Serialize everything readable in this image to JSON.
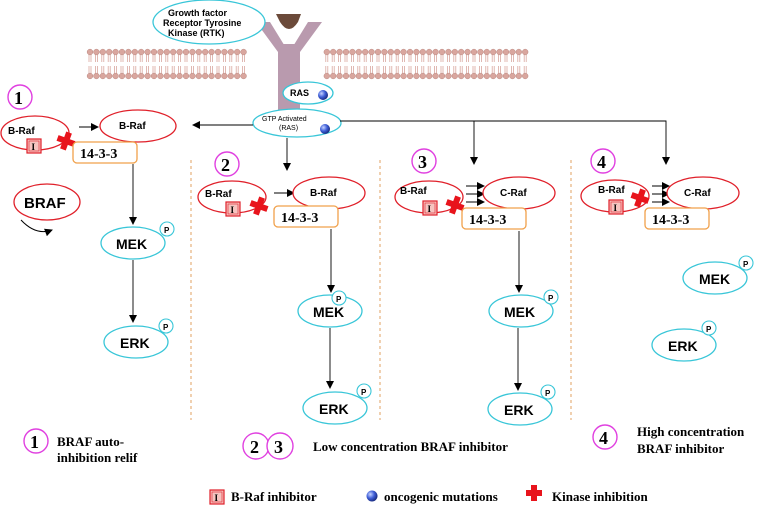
{
  "rtk_label": [
    "Growth factor",
    "Receptor Tyrosine",
    "Kinase (RTK)"
  ],
  "ras_label": "RAS",
  "gtp_label": [
    "GTP Activated",
    "(RAS)"
  ],
  "panel1": {
    "number": "1",
    "braf_inactive": "B-Raf",
    "braf_active": "B-Raf",
    "scaffold": "14-3-3",
    "braf_dimer": "BRAF",
    "mek": "MEK",
    "erk": "ERK",
    "phospho": "P"
  },
  "panel2": {
    "number": "2",
    "braf_inactive": "B-Raf",
    "braf_active": "B-Raf",
    "scaffold": "14-3-3",
    "mek": "MEK",
    "erk": "ERK",
    "phospho": "P"
  },
  "panel3": {
    "number": "3",
    "braf_inactive": "B-Raf",
    "craf": "C-Raf",
    "scaffold": "14-3-3",
    "mek": "MEK",
    "erk": "ERK",
    "phospho": "P"
  },
  "panel4": {
    "number": "4",
    "braf_inactive": "B-Raf",
    "craf": "C-Raf",
    "scaffold": "14-3-3",
    "mek": "MEK",
    "erk": "ERK",
    "phospho": "P"
  },
  "captions": {
    "c1_number": "1",
    "c1_text": [
      "BRAF auto-",
      "inhibition relif"
    ],
    "c23_num_a": "2",
    "c23_num_b": "3",
    "c23_text": "Low concentration BRAF inhibitor",
    "c4_number": "4",
    "c4_text": [
      "High concentration",
      "BRAF inhibitor"
    ]
  },
  "inhibitor_glyph": "I",
  "legend": {
    "inhibitor": "B-Raf inhibitor",
    "mutation": "oncogenic mutations",
    "kinase": "Kinase inhibition"
  },
  "colors": {
    "raf_outline": "#e0202a",
    "mek_erk_outline": "#39c6d8",
    "scaffold_outline": "#f0a04a",
    "number_circle": "#e040e0",
    "phospho_circle": "#39c6d8",
    "receptor": "#b99aae",
    "ligand": "#6b4a3a",
    "membrane_head": "#d9a69e",
    "cross": "#e8141c",
    "inhibitor_fill": "#f6c4c0",
    "inhibitor_border": "#e0202a",
    "ras_ball": "#3050c8",
    "dashed_divider": "#e0a060"
  }
}
